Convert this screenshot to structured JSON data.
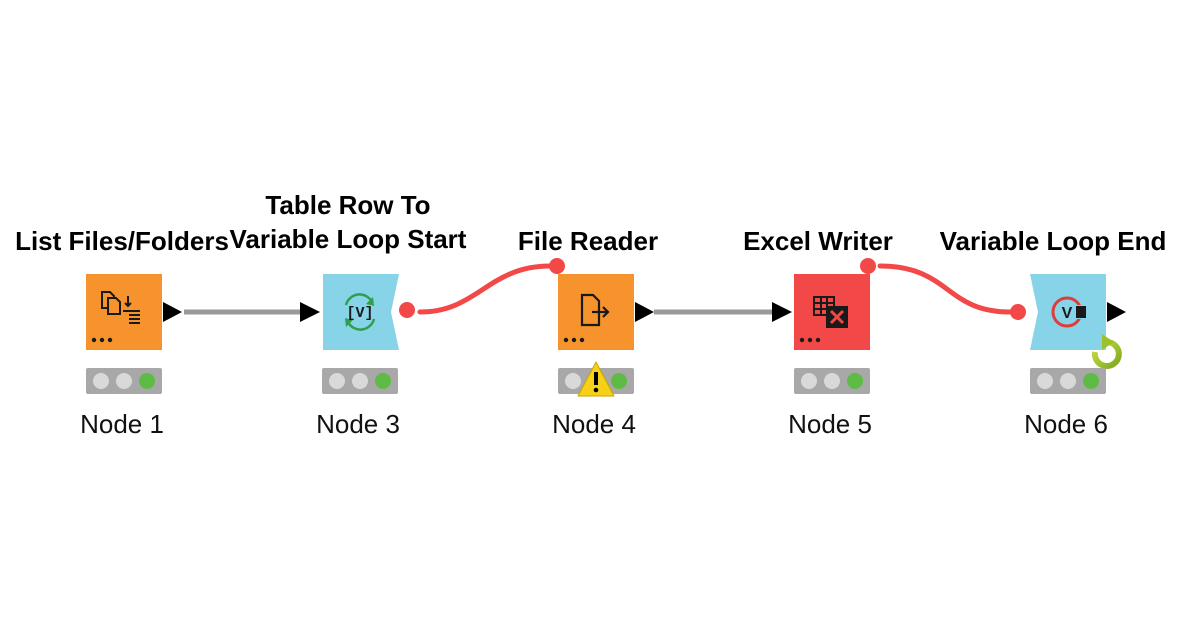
{
  "workflow": {
    "nodes": [
      {
        "id": "node-1",
        "title": "List Files/Folders",
        "label": "Node 1",
        "type": "source",
        "color": "#F6932D",
        "status": "executed",
        "warning": false
      },
      {
        "id": "node-3",
        "title": "Table Row To\nVariable Loop Start",
        "label": "Node 3",
        "type": "loop-start",
        "color": "#87D3E8",
        "status": "executed",
        "warning": false
      },
      {
        "id": "node-4",
        "title": "File Reader",
        "label": "Node 4",
        "type": "source",
        "color": "#F6932D",
        "status": "executed",
        "warning": true
      },
      {
        "id": "node-5",
        "title": "Excel Writer",
        "label": "Node 5",
        "type": "sink",
        "color": "#F24848",
        "status": "executed",
        "warning": false
      },
      {
        "id": "node-6",
        "title": "Variable Loop End",
        "label": "Node 6",
        "type": "loop-end",
        "color": "#87D3E8",
        "status": "executed",
        "warning": false
      }
    ],
    "connections": [
      {
        "from": "node-1",
        "to": "node-3",
        "kind": "data",
        "color": "#999999"
      },
      {
        "from": "node-3",
        "to": "node-4",
        "kind": "flow-variable",
        "color": "#F24848"
      },
      {
        "from": "node-4",
        "to": "node-5",
        "kind": "data",
        "color": "#999999"
      },
      {
        "from": "node-5",
        "to": "node-6",
        "kind": "flow-variable",
        "color": "#F24848"
      }
    ],
    "status_colors": {
      "off": "#D9D9D9",
      "executed": "#5DBB46",
      "panel": "#A8A8A8"
    }
  }
}
